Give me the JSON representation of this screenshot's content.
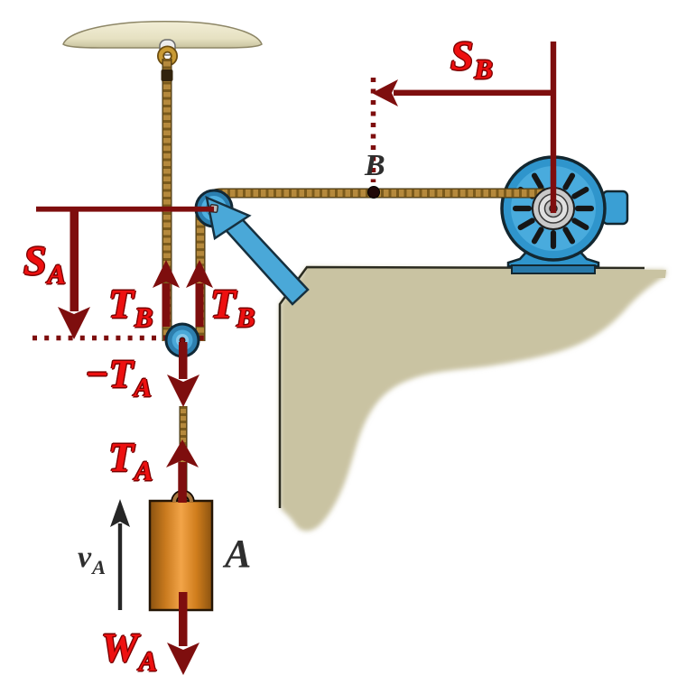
{
  "figure": {
    "title": "pulley-and-motor kinematics diagram",
    "labels": {
      "s_b": {
        "main": "S",
        "sub": "B"
      },
      "s_a": {
        "main": "S",
        "sub": "A"
      },
      "t_b_left": {
        "main": "T",
        "sub": "B"
      },
      "t_b_right": {
        "main": "T",
        "sub": "B"
      },
      "neg_t_a": {
        "main": "−T",
        "sub": "A"
      },
      "t_a": {
        "main": "T",
        "sub": "A"
      },
      "w_a": {
        "main": "W",
        "sub": "A"
      },
      "v_a": {
        "main": "v",
        "sub": "A"
      },
      "point_b": "B",
      "block_a": "A"
    },
    "arrows": {
      "s_b": "left",
      "s_a": "down",
      "t_b_left": "up",
      "t_b_right": "up",
      "neg_t_a": "down",
      "t_a": "up",
      "w_a": "down",
      "v_a": "up"
    },
    "colors": {
      "arrow_dark_red": "#7e0e0e",
      "label_red": "#ee1010",
      "label_red_outline": "#7a0000",
      "dark_label": "#2e2e2e",
      "motor_blue": "#2f95cc",
      "motor_box_blue": "#3a9fd4",
      "arm_blue": "#4aa8d8",
      "pulley_blue": "#2e7fae",
      "rope_tan": "#b5893c",
      "wall_tan": "#c9c3a2",
      "ceiling_cream": "#e9e4c6",
      "block_orange": "#d98a28",
      "background": "#ffffff"
    }
  }
}
